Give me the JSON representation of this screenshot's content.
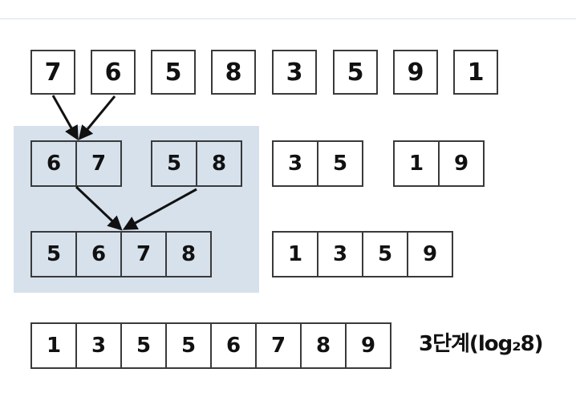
{
  "row1": [
    "7",
    "6",
    "5",
    "8",
    "3",
    "5",
    "9",
    "1"
  ],
  "row2": [
    [
      "6",
      "7"
    ],
    [
      "5",
      "8"
    ],
    [
      "3",
      "5"
    ],
    [
      "1",
      "9"
    ]
  ],
  "row3": [
    [
      "5",
      "6",
      "7",
      "8"
    ],
    [
      "1",
      "3",
      "5",
      "9"
    ]
  ],
  "row4": [
    "1",
    "3",
    "5",
    "5",
    "6",
    "7",
    "8",
    "9"
  ],
  "note": "3단계(log₂8)",
  "colors": {
    "highlight": "#d6e1ec",
    "border": "#3a3a3a",
    "arrow": "#111111"
  }
}
